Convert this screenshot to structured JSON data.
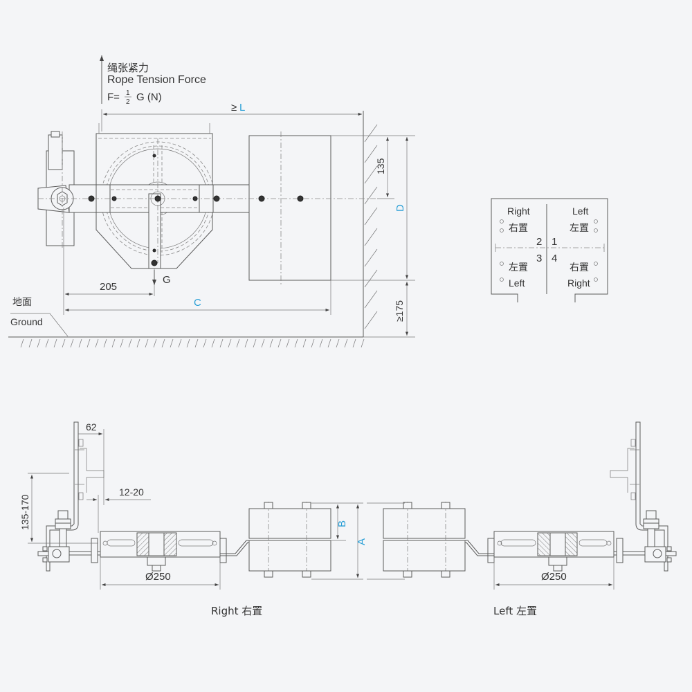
{
  "top_view": {
    "force_label_cn": "绳张紧力",
    "force_label_en": "Rope Tension Force",
    "force_formula_prefix": "F=",
    "force_formula_num": "1",
    "force_formula_den": "2",
    "force_formula_suffix": "G (N)",
    "dim_L_prefix": "≥",
    "dim_L": "L",
    "dim_135": "135",
    "dim_D": "D",
    "dim_175": "≥175",
    "dim_205": "205",
    "dim_C": "C",
    "weight_label": "G",
    "ground_cn": "地面",
    "ground_en": "Ground"
  },
  "legend": {
    "top_left_en": "Right",
    "top_left_cn": "右置",
    "top_right_en": "Left",
    "top_right_cn": "左置",
    "q2": "2",
    "q1": "1",
    "q3": "3",
    "q4": "4",
    "bottom_left_cn": "左置",
    "bottom_left_en": "Left",
    "bottom_right_cn": "右置",
    "bottom_right_en": "Right"
  },
  "side_views": {
    "dim_62": "62",
    "dim_12_20": "12-20",
    "dim_135_170": "135-170",
    "dim_250_right": "Ø250",
    "dim_250_left": "Ø250",
    "dim_B": "B",
    "dim_A": "A",
    "caption_right": "Right 右置",
    "caption_left": "Left 左置"
  },
  "colors": {
    "line": "#5a5a5a",
    "accent": "#2a9fd6",
    "background": "#f4f5f7"
  }
}
